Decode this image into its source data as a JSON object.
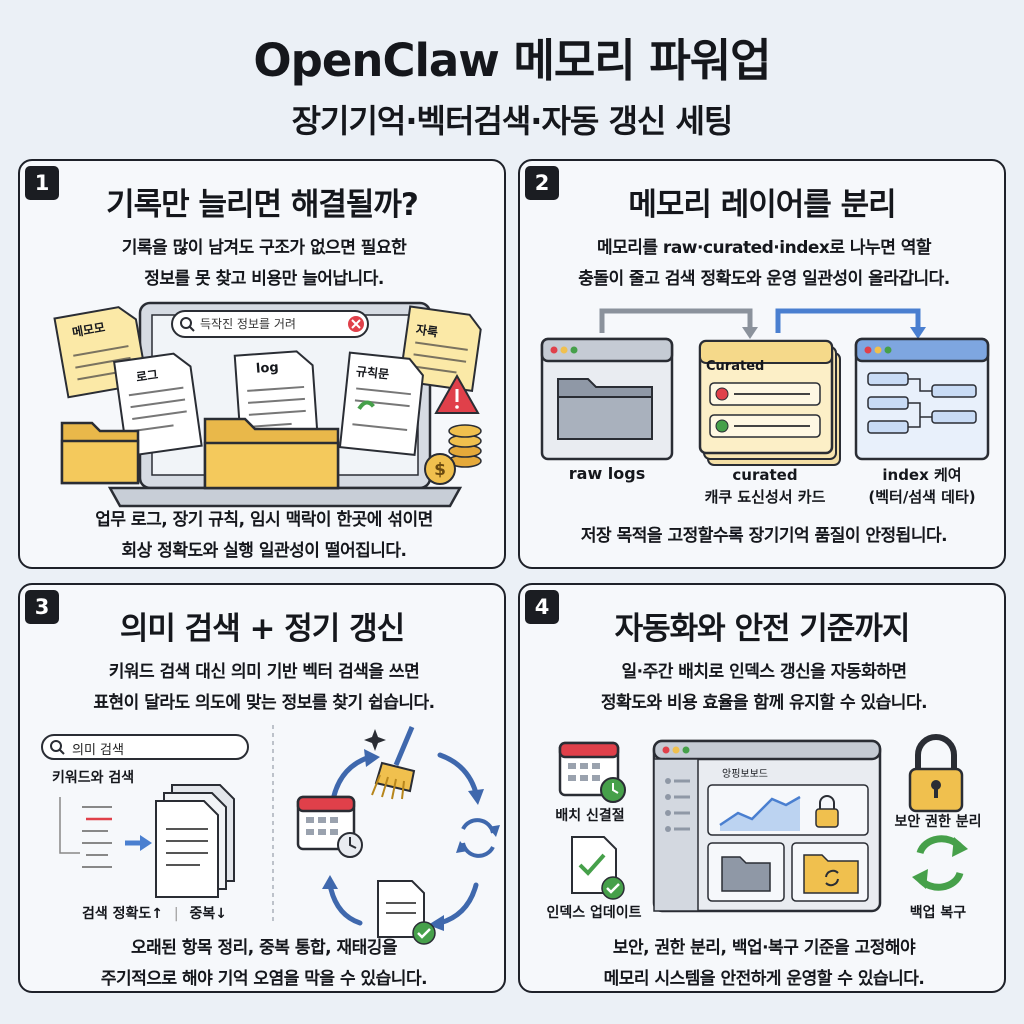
{
  "header": {
    "title": "OpenClaw 메모리 파워업",
    "subtitle": "장기기억·벡터검색·자동 갱신 세팅"
  },
  "cards": [
    {
      "number": "1",
      "title": "기록만 늘리면 해결될까?",
      "desc1": "기록을 많이 남겨도 구조가 없으면 필요한",
      "desc2": "정보를 못 찾고 비용만 늘어납니다.",
      "foot1": "업무 로그, 장기 규칙, 임시 맥락이 한곳에 섞이면",
      "foot2": "회상 정확도와 실행 일관성이 떨어집니다.",
      "search_text": "득작진 정보를 거려",
      "doc_labels": {
        "memo": "메모모",
        "record": "자룩",
        "log_ko": "로그",
        "log_en": "log",
        "rules": "규칙문"
      }
    },
    {
      "number": "2",
      "title": "메모리 레이어를 분리",
      "desc1": "메모리를 raw·curated·index로 나누면 역할",
      "desc2": "충돌이 줄고 검색 정확도와 운영 일관성이 올라갑니다.",
      "foot1": "저장 목적을 고정할수록 장기기억 품질이 안정됩니다.",
      "curated_header": "Curated",
      "labels": {
        "raw": "raw logs",
        "curated1": "curated",
        "curated2": "캐쿠 됴신성서 카드",
        "index1": "index 케여",
        "index2": "(벡터/섬색 데타)"
      }
    },
    {
      "number": "3",
      "title": "의미 검색 + 정기 갱신",
      "desc1": "키워드 검색 대신 의미 기반 벡터 검색을 쓰면",
      "desc2": "표현이 달라도 의도에 맞는 정보를 찾기 쉽습니다.",
      "foot1": "오래된 항목 정리, 중복 통합, 재태깅을",
      "foot2": "주기적으로 해야 기억 오염을 막을 수 있습니다.",
      "search_text": "의미 검색",
      "keyword_label": "키워드와 검색",
      "metric1": "검색 정확도↑",
      "metric_sep": "|",
      "metric2": "중복↓"
    },
    {
      "number": "4",
      "title": "자동화와 안전 기준까지",
      "desc1": "일·주간 배치로 인덱스 갱신을 자동화하면",
      "desc2": "정확도와 비용 효율을 함께 유지할 수 있습니다.",
      "foot1": "보안, 권한 분리, 백업·복구 기준을 고정해야",
      "foot2": "메모리 시스템을 안전하게 운영할 수 있습니다.",
      "dashboard_title": "앙핑보보드",
      "labels": {
        "batch": "배치 신결절",
        "index_update": "인덱스 업데이트",
        "security": "보안 권한 분리",
        "backup": "백업 복구"
      }
    }
  ]
}
